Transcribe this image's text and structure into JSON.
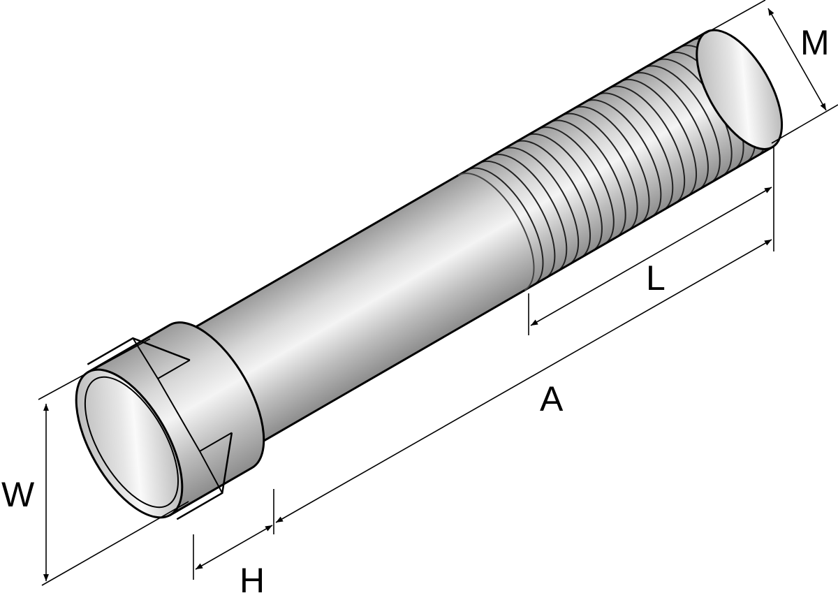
{
  "diagram": {
    "subject": "hex-head-bolt",
    "labels": {
      "thread_diameter": "M",
      "thread_length": "L",
      "overall_length": "A",
      "head_width": "W",
      "head_height": "H"
    },
    "colors": {
      "metal_dark": "#8a8a8a",
      "metal_light": "#f2f2f2",
      "outline": "#000000"
    }
  }
}
